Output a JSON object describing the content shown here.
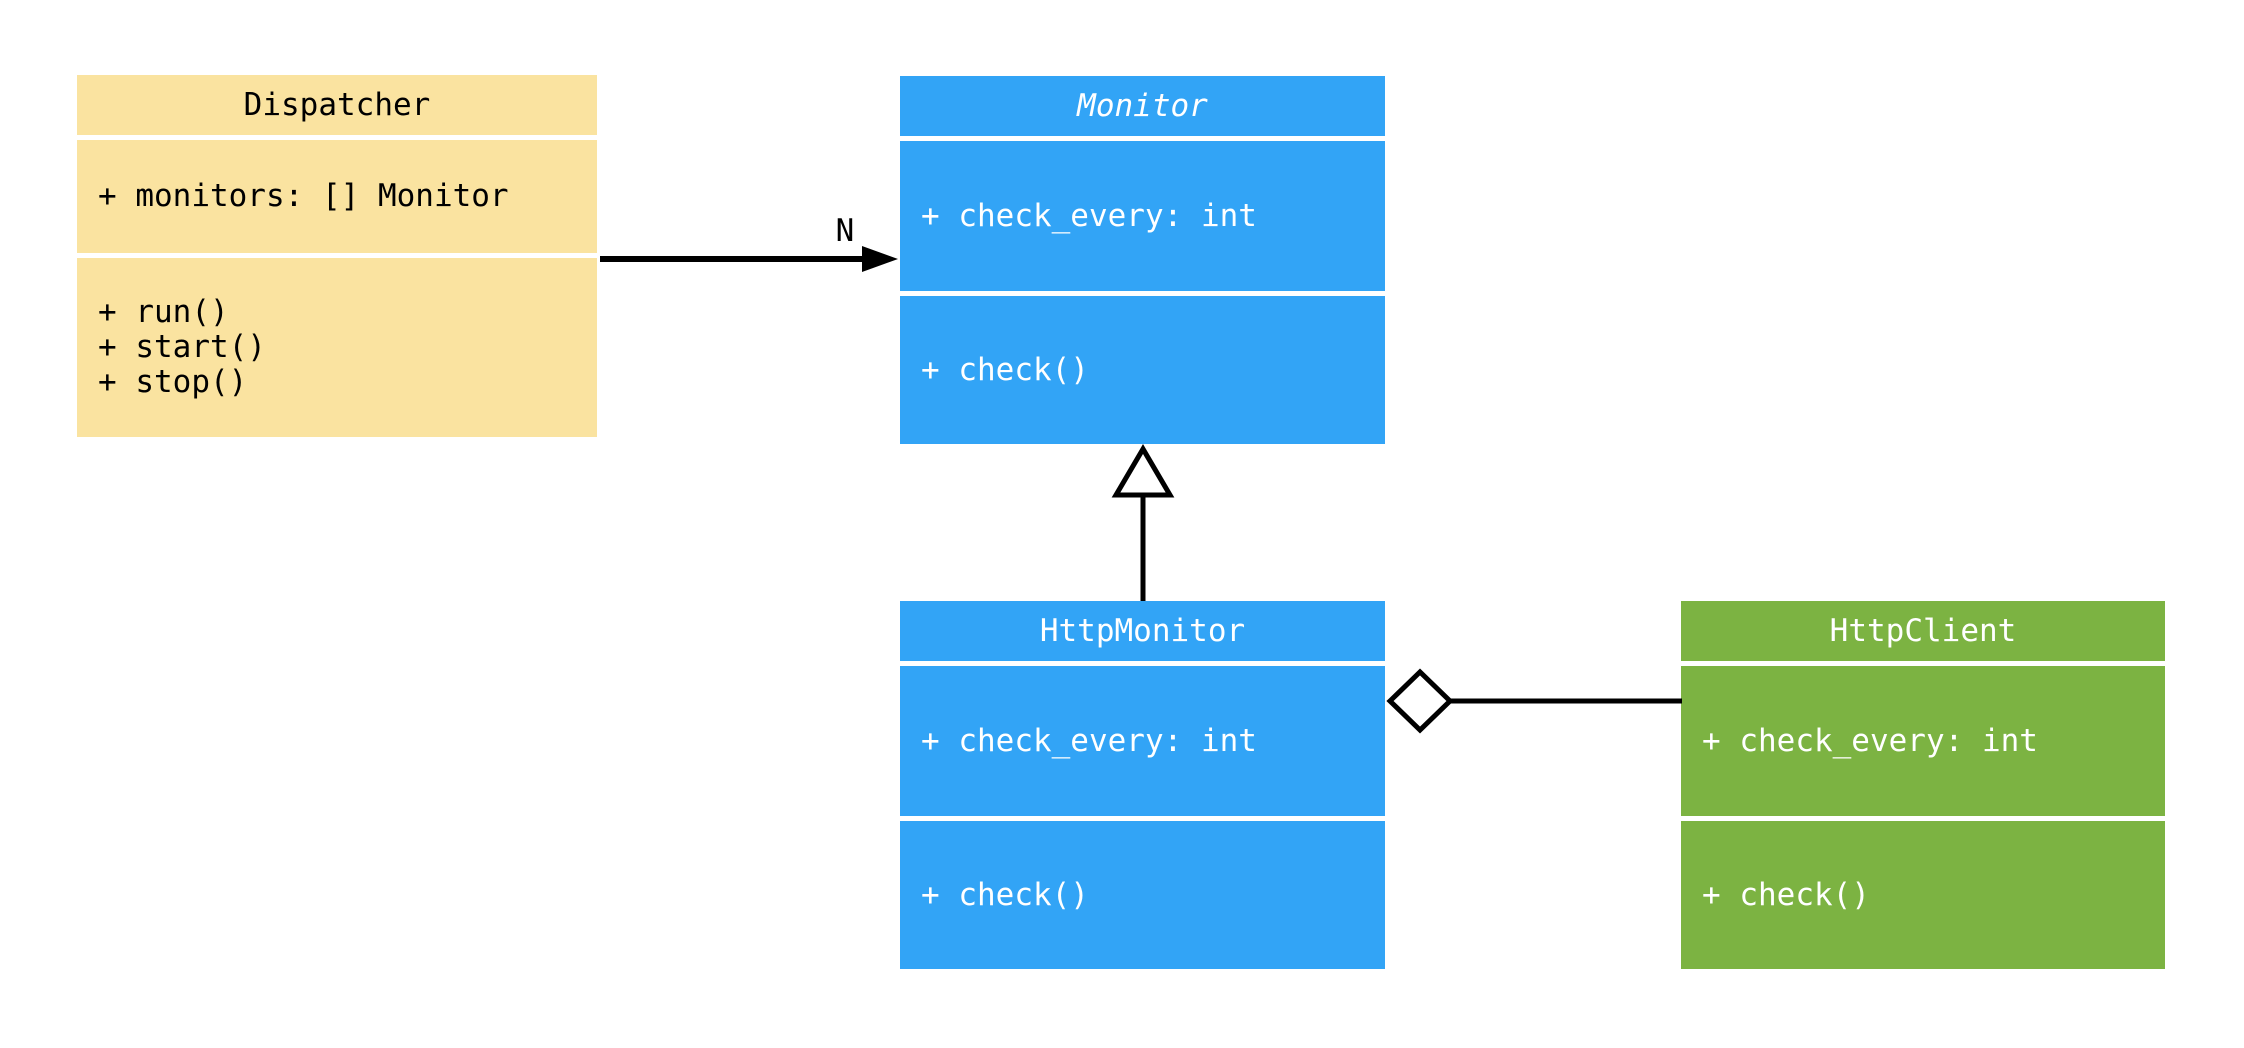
{
  "diagram": {
    "type": "uml-class-diagram",
    "background": "#ffffff",
    "line_color": "#000000"
  },
  "classes": [
    {
      "name": "Dispatcher",
      "abstract": false,
      "fill": "#FAE3A0",
      "text_color": "#000000",
      "attributes": [
        "+ monitors: [] Monitor"
      ],
      "methods": [
        "+ run()",
        "+ start()",
        "+ stop()"
      ]
    },
    {
      "name": "Monitor",
      "abstract": true,
      "fill": "#32A4F6",
      "text_color": "#FFFFFF",
      "attributes": [
        "+ check_every: int"
      ],
      "methods": [
        "+ check()"
      ]
    },
    {
      "name": "HttpMonitor",
      "abstract": false,
      "fill": "#32A4F6",
      "text_color": "#FFFFFF",
      "attributes": [
        "+ check_every: int"
      ],
      "methods": [
        "+ check()"
      ]
    },
    {
      "name": "HttpClient",
      "abstract": false,
      "fill": "#7CB342",
      "text_color": "#FFFFFF",
      "attributes": [
        "+ check_every: int"
      ],
      "methods": [
        "+ check()"
      ]
    }
  ],
  "relationships": [
    {
      "type": "association",
      "from": "Dispatcher",
      "to": "Monitor",
      "label": "N",
      "head": "filled-arrow"
    },
    {
      "type": "inheritance",
      "from": "HttpMonitor",
      "to": "Monitor",
      "head": "hollow-triangle"
    },
    {
      "type": "aggregation",
      "whole": "HttpMonitor",
      "part": "HttpClient",
      "head": "hollow-diamond"
    }
  ]
}
